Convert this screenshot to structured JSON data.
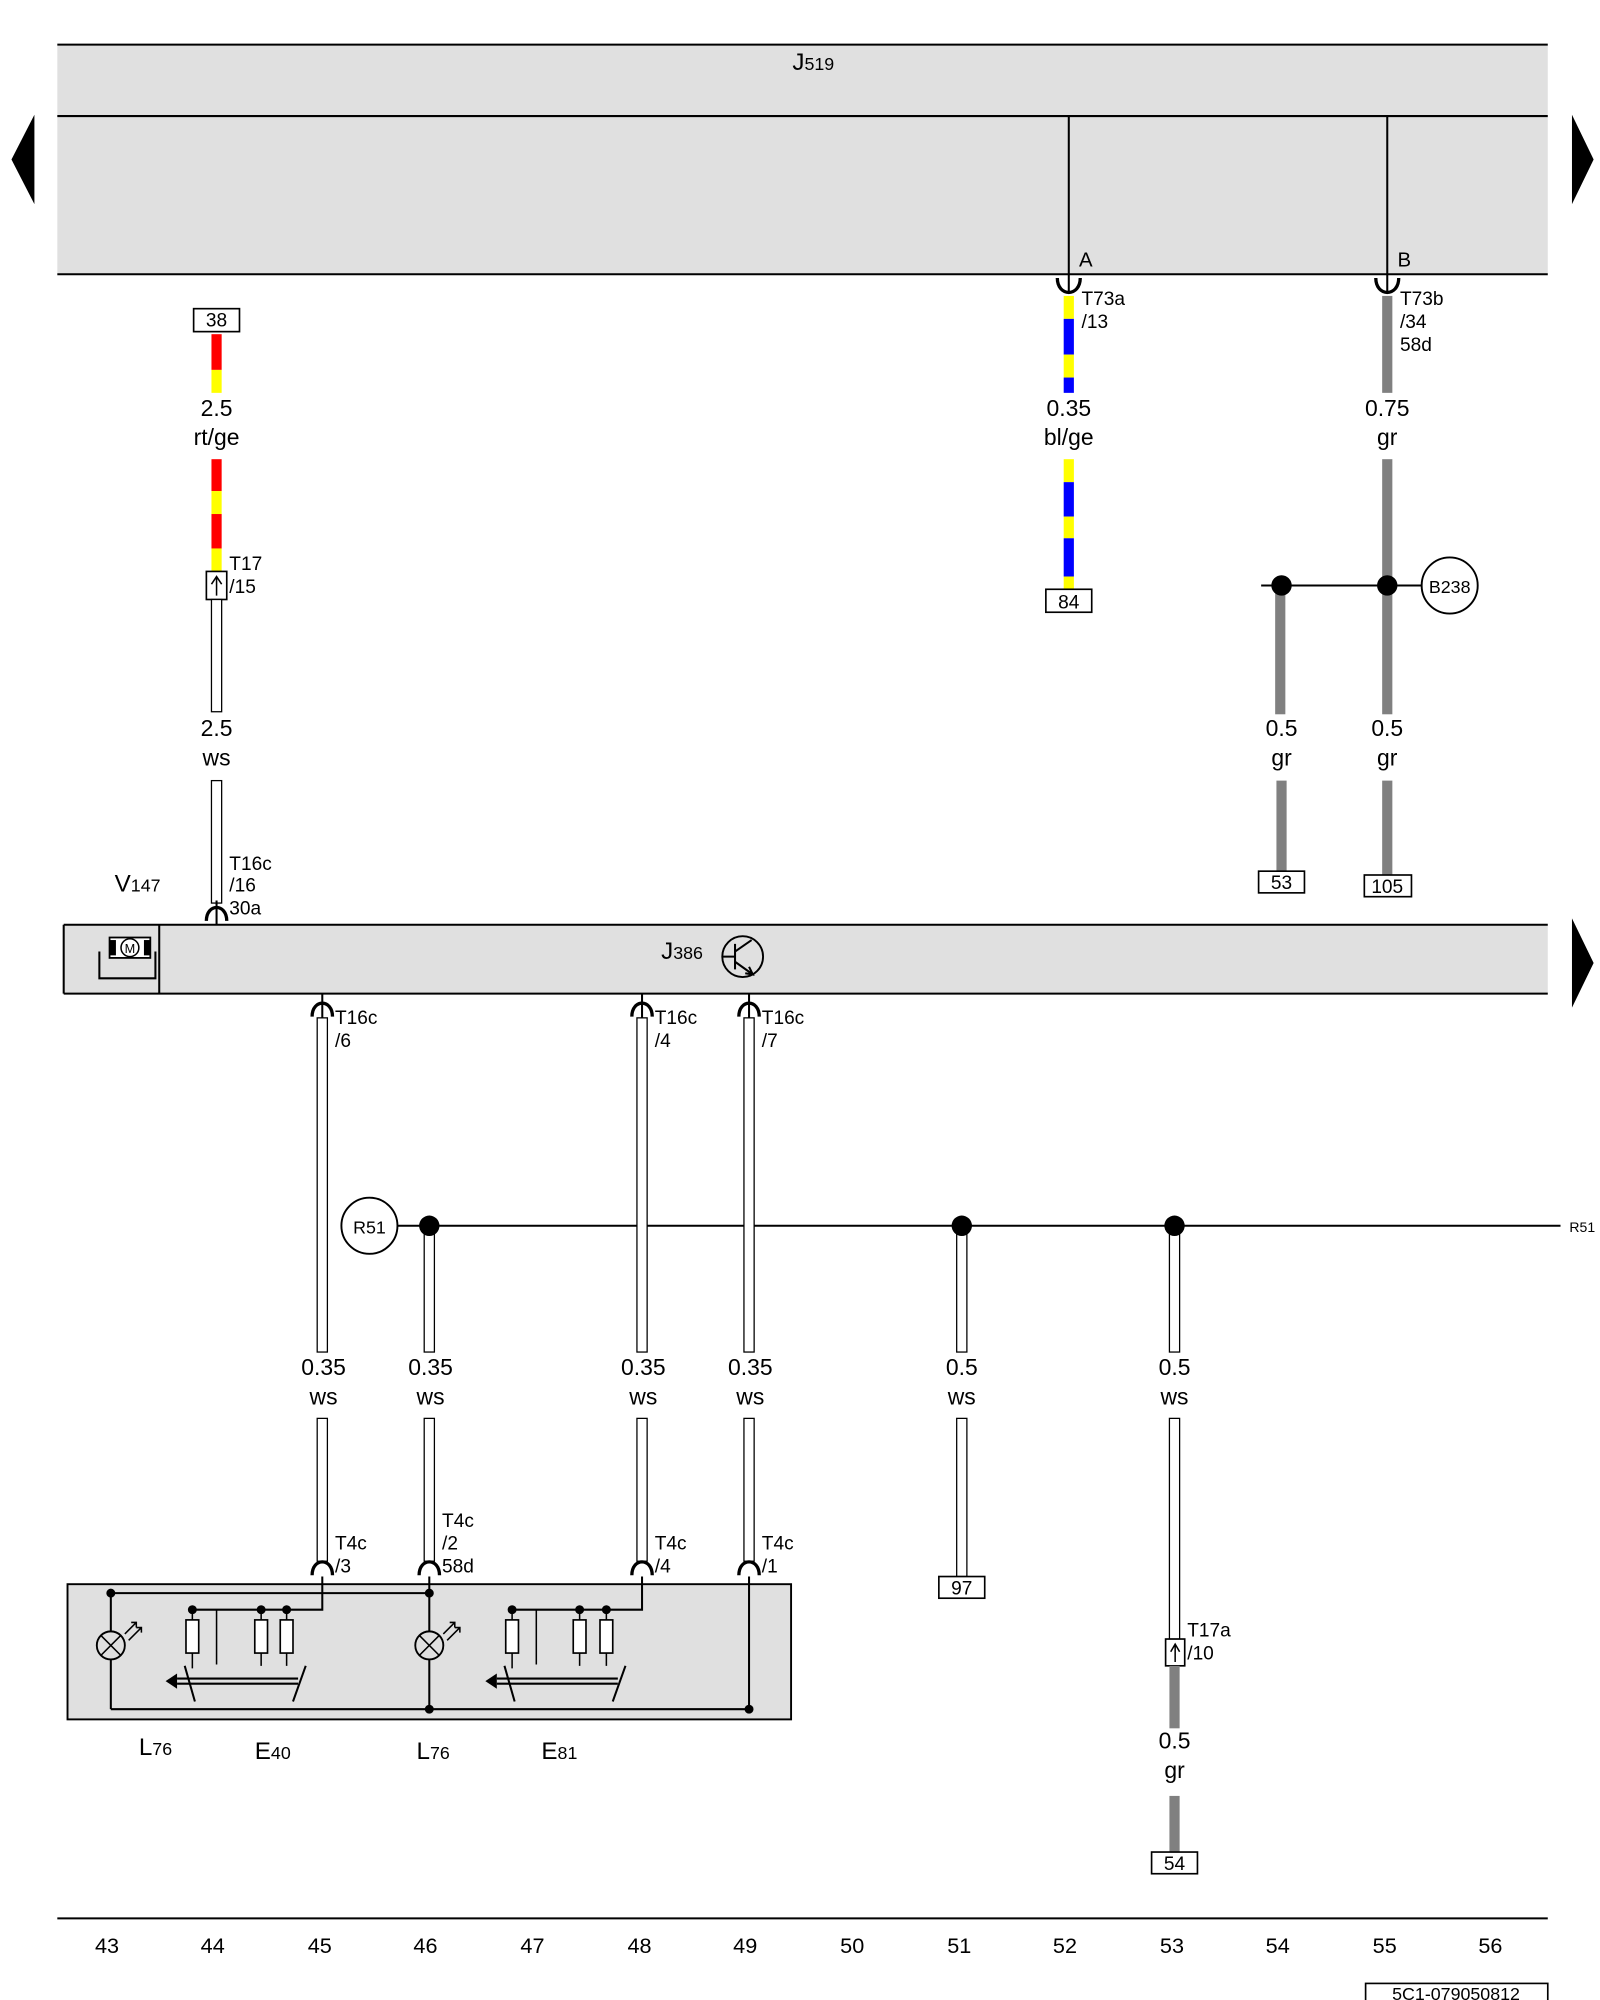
{
  "diagram_id": "5C1-079050812",
  "modules": {
    "j519": {
      "label": "J519",
      "pin_a": "A",
      "pin_b": "B"
    },
    "j386": {
      "label": "J386"
    },
    "v147": {
      "label": "V147",
      "symbol": "M"
    }
  },
  "connectors": {
    "t73a": {
      "name": "T73a",
      "pin": "/13"
    },
    "t73b": {
      "name": "T73b",
      "pin": "/34",
      "terminal": "58d"
    },
    "t17": {
      "name": "T17",
      "pin": "/15"
    },
    "t16c_16": {
      "name": "T16c",
      "pin": "/16",
      "terminal": "30a"
    },
    "t16c_6": {
      "name": "T16c",
      "pin": "/6"
    },
    "t16c_4": {
      "name": "T16c",
      "pin": "/4"
    },
    "t16c_7": {
      "name": "T16c",
      "pin": "/7"
    },
    "t4c_3": {
      "name": "T4c",
      "pin": "/3"
    },
    "t4c_2": {
      "name": "T4c",
      "pin": "/2",
      "terminal": "58d"
    },
    "t4c_4": {
      "name": "T4c",
      "pin": "/4"
    },
    "t4c_1": {
      "name": "T4c",
      "pin": "/1"
    },
    "t17a": {
      "name": "T17a",
      "pin": "/10"
    }
  },
  "wires": {
    "c44_top": {
      "size": "2.5",
      "color": "rt/ge"
    },
    "c44_bottom": {
      "size": "2.5",
      "color": "ws"
    },
    "c52": {
      "size": "0.35",
      "color": "bl/ge"
    },
    "c55_top": {
      "size": "0.75",
      "color": "gr"
    },
    "c54": {
      "size": "0.5",
      "color": "gr"
    },
    "c55_bottom": {
      "size": "0.5",
      "color": "gr"
    },
    "c45": {
      "size": "0.35",
      "color": "ws"
    },
    "c46": {
      "size": "0.35",
      "color": "ws"
    },
    "c48": {
      "size": "0.35",
      "color": "ws"
    },
    "c49": {
      "size": "0.35",
      "color": "ws"
    },
    "c51": {
      "size": "0.5",
      "color": "ws"
    },
    "c53_top": {
      "size": "0.5",
      "color": "ws"
    },
    "c53_bottom": {
      "size": "0.5",
      "color": "gr"
    }
  },
  "references": {
    "ref38": "38",
    "ref84": "84",
    "ref53": "53",
    "ref105": "105",
    "ref97": "97",
    "ref54": "54"
  },
  "splices": {
    "b238": "B238",
    "r51": "R51",
    "r51_continuation": "R51"
  },
  "components": {
    "lamp_1": "L76",
    "switch_1": "E40",
    "lamp_2": "L76",
    "switch_2": "E81"
  },
  "grid_columns": [
    "43",
    "44",
    "45",
    "46",
    "47",
    "48",
    "49",
    "50",
    "51",
    "52",
    "53",
    "54",
    "55",
    "56"
  ],
  "colors": {
    "rt": "#ff0000",
    "ge": "#ffff00",
    "bl": "#0000ff",
    "gr": "#808080",
    "ws": "#ffffff",
    "panel": "#e0e0e0",
    "line": "#000000"
  }
}
